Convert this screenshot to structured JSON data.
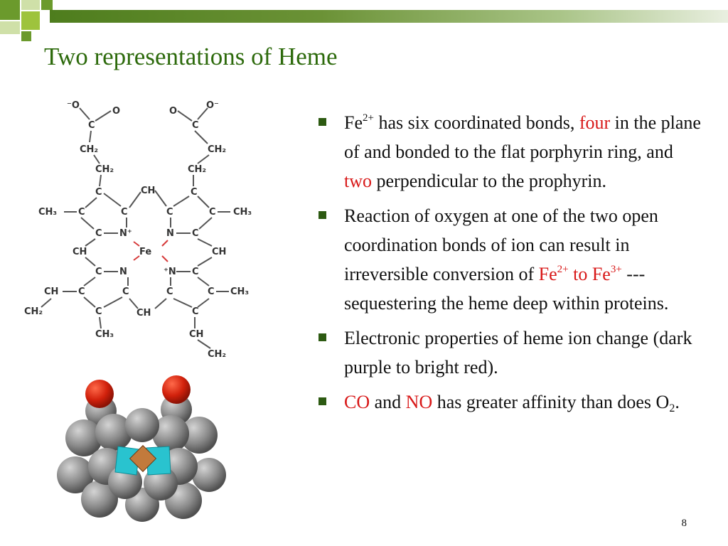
{
  "title": "Two representations of Heme",
  "page_number": "8",
  "colors": {
    "title": "#2d6a0c",
    "highlight": "#d81818",
    "bar": "#4e7d1d"
  },
  "structure": {
    "labels": {
      "o_minus_left": "⁻O",
      "o_left": "O",
      "c_top_left": "C",
      "ch2_left_1": "CH₂",
      "ch2_left_2": "CH₂",
      "o_right": "O",
      "o_minus_right": "O⁻",
      "c_top_right": "C",
      "ch2_right_1": "CH₂",
      "ch2_right_2": "CH₂",
      "ch_top": "CH",
      "ch3_left": "CH₃",
      "ch3_right": "CH₃",
      "ch_left": "CH",
      "ch_right": "CH",
      "fe": "Fe",
      "n_tl": "N⁺",
      "n_tr": "N",
      "n_bl": "N",
      "n_br": "⁺N",
      "ch_bottom": "CH",
      "ch_vinyl_left": "CH",
      "ch2_vinyl_left": "CH₂",
      "ch3_bottom_left": "CH₃",
      "ch3_mid_right": "CH₃",
      "ch_vinyl_right": "CH",
      "ch2_vinyl_right": "CH₂"
    }
  },
  "bullets": [
    {
      "fe": "Fe",
      "fe_charge": "2+",
      "t1": " has six coordinated bonds, ",
      "four": "four",
      "t2": " in the plane of and bonded to the flat porphyrin ring, and ",
      "two": "two",
      "t3": " perpendicular to the prophyrin."
    },
    {
      "t1": "Reaction of oxygen at one of the two open coordination bonds of ion can result in irreversible conversion of ",
      "fe_a": "Fe",
      "fe_a_charge": "2+",
      "to": " to Fe",
      "fe_b_charge": "3+",
      "t2": " --- sequestering the heme deep within proteins."
    },
    {
      "text": "Electronic properties of heme ion change (dark purple to bright red)."
    },
    {
      "co": "CO",
      "and": " and ",
      "no": "NO",
      "t1": " has greater affinity than does O",
      "o_sub": "2",
      "end": "."
    }
  ]
}
